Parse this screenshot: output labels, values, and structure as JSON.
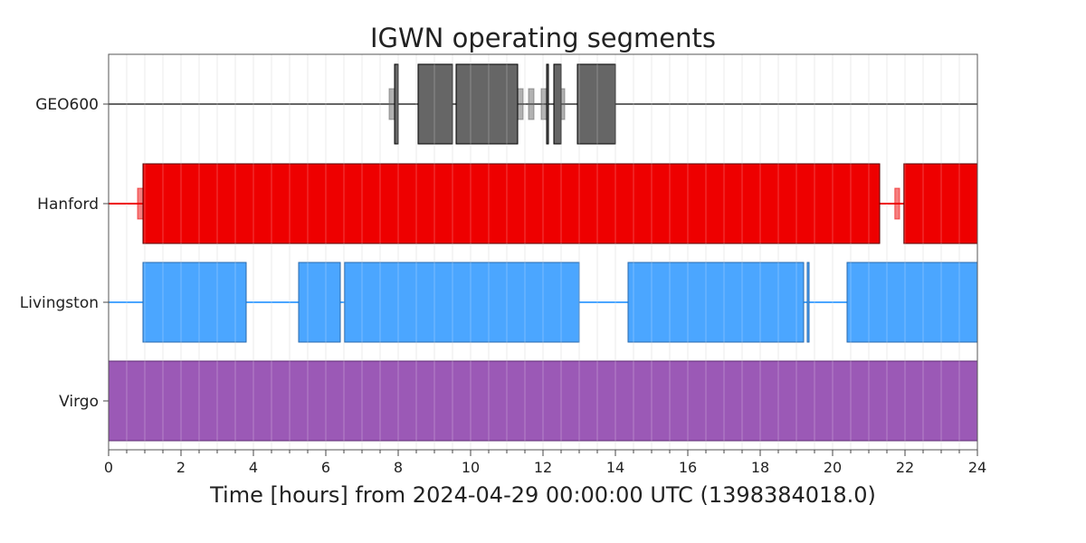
{
  "chart_data": {
    "type": "segments",
    "title": "IGWN operating segments",
    "xlabel": "Time [hours] from 2024-04-29 00:00:00 UTC (1398384018.0)",
    "xlim": [
      0,
      24
    ],
    "x_ticks": [
      0,
      2,
      4,
      6,
      8,
      10,
      12,
      14,
      16,
      18,
      20,
      22,
      24
    ],
    "x_minor_step": 0.5,
    "grid": true,
    "rows": [
      {
        "label": "GEO600",
        "color": "#666666",
        "edge": "#000000",
        "active": [
          [
            7.9,
            8.0
          ],
          [
            8.55,
            9.5
          ],
          [
            9.6,
            11.3
          ],
          [
            12.1,
            12.15
          ],
          [
            12.3,
            12.5
          ],
          [
            12.95,
            14.0
          ]
        ],
        "known": [
          [
            0,
            24
          ]
        ],
        "flag": [
          [
            7.75,
            7.9
          ],
          [
            11.3,
            11.45
          ],
          [
            11.6,
            11.75
          ],
          [
            11.95,
            12.1
          ],
          [
            12.5,
            12.6
          ]
        ]
      },
      {
        "label": "Hanford",
        "color": "#ee0000",
        "edge": "#550000",
        "active": [
          [
            0.95,
            21.3
          ],
          [
            21.97,
            24
          ]
        ],
        "known": [
          [
            0,
            24
          ]
        ],
        "flag": [
          [
            0.8,
            0.95
          ],
          [
            21.72,
            21.85
          ]
        ]
      },
      {
        "label": "Livingston",
        "color": "#4ba6ff",
        "edge": "#2a6aad",
        "active": [
          [
            0.95,
            3.8
          ],
          [
            5.25,
            6.4
          ],
          [
            6.52,
            13.0
          ],
          [
            14.35,
            19.2
          ],
          [
            19.3,
            19.35
          ],
          [
            20.4,
            24
          ]
        ],
        "known": [
          [
            0,
            24
          ]
        ],
        "flag": []
      },
      {
        "label": "Virgo",
        "color": "#9b59b6",
        "edge": "#5e2d73",
        "active": [
          [
            0,
            24
          ]
        ],
        "known": [
          [
            0,
            24
          ]
        ],
        "flag": []
      }
    ]
  }
}
